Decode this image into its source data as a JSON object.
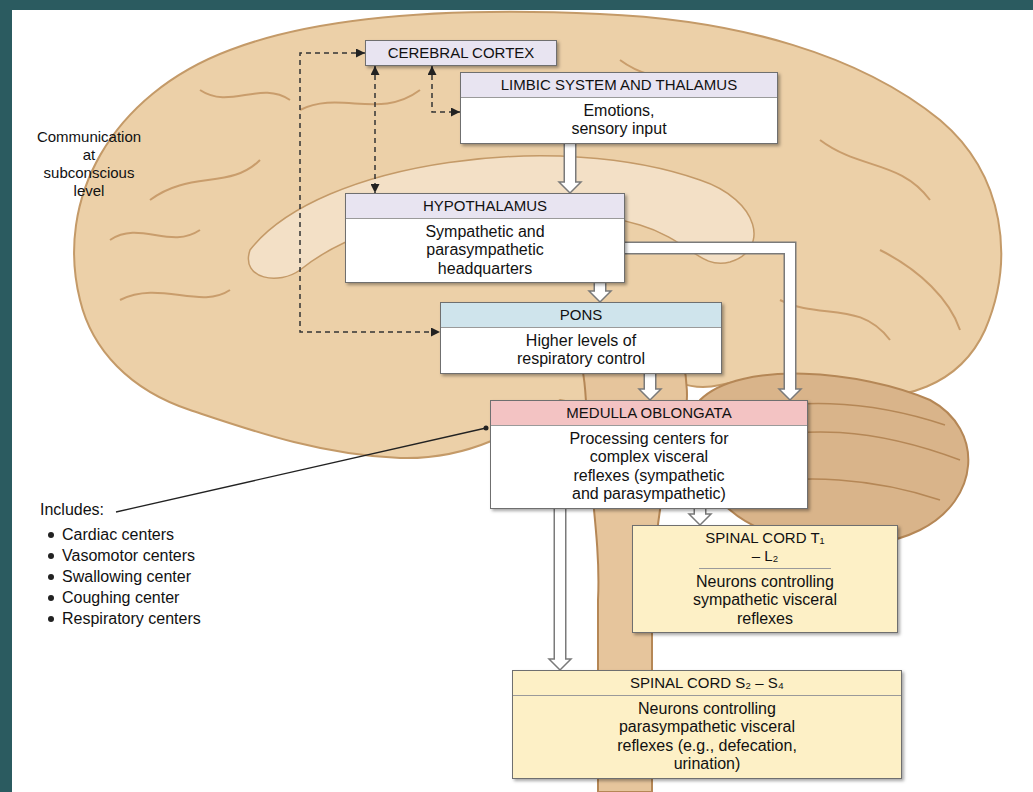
{
  "diagram": {
    "nodes": [
      {
        "text": [
          "CEREBRAL CORTEX"
        ]
      },
      {
        "text": [
          "LIMBIC SYSTEM AND THALAMUS",
          "Emotions, sensory input"
        ]
      },
      {
        "text": [
          "HYPOTHALAMUS",
          "Sympathetic and parasympathetic headquarters"
        ]
      },
      {
        "text": [
          "PONS",
          "Higher levels of respiratory control"
        ]
      },
      {
        "text": [
          "MEDULLA OBLONGATA",
          "Processing centers for complex visceral reflexes (sympathetic and parasympathetic)"
        ]
      },
      {
        "text": [
          "SPINAL CORD T₁ – L₂",
          "Neurons controlling sympathetic visceral reflexes"
        ]
      },
      {
        "text": [
          "SPINAL CORD S₂ – S₄",
          "Neurons controlling parasympathetic visceral reflexes (e.g., defecation, urination)"
        ]
      }
    ],
    "edges": [
      {
        "from": 0,
        "to": 3,
        "arrow": "both"
      },
      {
        "from": 0,
        "to": 2,
        "arrow": "both"
      },
      {
        "from": 0,
        "to": 1,
        "arrow": "both"
      },
      {
        "from": 1,
        "to": 2,
        "arrow": "to"
      },
      {
        "from": 2,
        "to": 3,
        "arrow": "to"
      },
      {
        "from": 2,
        "to": 4,
        "arrow": "to"
      },
      {
        "from": 3,
        "to": 4,
        "arrow": "to"
      },
      {
        "from": 4,
        "to": 5,
        "arrow": "to"
      },
      {
        "from": 4,
        "to": 6,
        "arrow": "to"
      }
    ],
    "labels": [
      "Communication at subconscious level",
      "Includes:",
      "Cardiac centers",
      "Vasomotor centers",
      "Swallowing center",
      "Coughing center",
      "Respiratory centers"
    ]
  }
}
